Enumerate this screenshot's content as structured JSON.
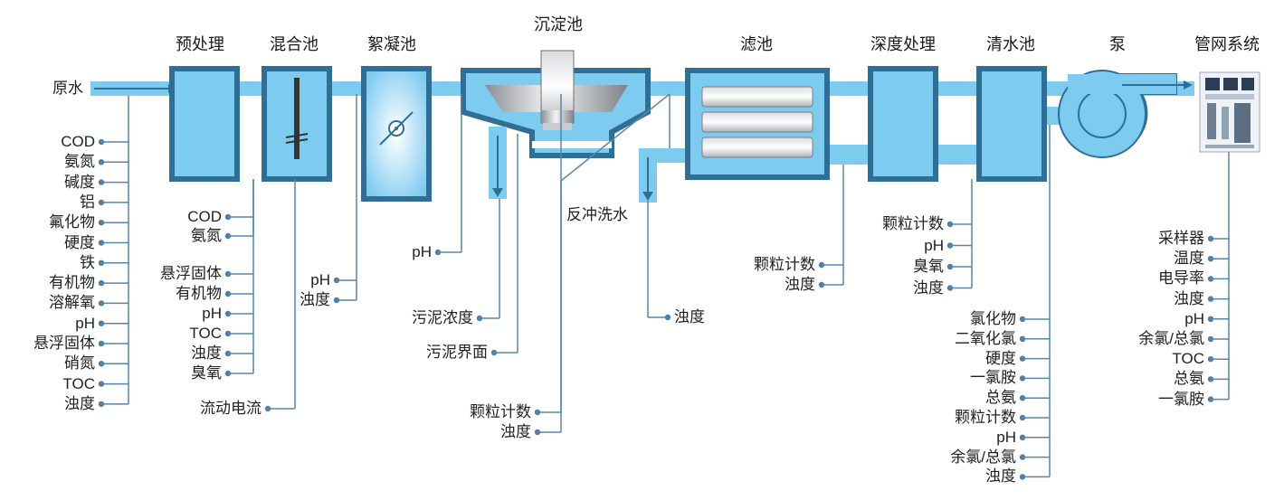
{
  "stage_titles": {
    "pretreatment": "预处理",
    "mixing": "混合池",
    "flocculation": "絮凝池",
    "sedimentation": "沉淀池",
    "filter": "滤池",
    "advanced": "深度处理",
    "clearwell": "清水池",
    "pump": "泵",
    "network": "管网系统"
  },
  "inlet_label": "原水",
  "backwash_label": "反冲洗水",
  "raw_water_params": [
    "COD",
    "氨氮",
    "碱度",
    "铝",
    "氟化物",
    "硬度",
    "铁",
    "有机物",
    "溶解氧",
    "pH",
    "悬浮固体",
    "硝氮",
    "TOC",
    "浊度"
  ],
  "pretreatment_params_a": [
    "COD",
    "氨氮"
  ],
  "pretreatment_params_b": [
    "悬浮固体",
    "有机物",
    "pH",
    "TOC",
    "浊度",
    "臭氧"
  ],
  "mixing_params": [
    "流动电流"
  ],
  "flocculation_params": [
    "pH",
    "浊度"
  ],
  "sedimentation_inlet_params": [
    "pH"
  ],
  "sludge_concentration": [
    "污泥浓度"
  ],
  "sludge_interface": [
    "污泥界面"
  ],
  "sedimentation_outlet_params": [
    "颗粒计数",
    "浊度"
  ],
  "filter_inlet_params": [
    "浊度"
  ],
  "filter_outlet_params": [
    "颗粒计数",
    "浊度"
  ],
  "advanced_params": [
    "颗粒计数",
    "pH",
    "臭氧",
    "浊度"
  ],
  "clearwell_params": [
    "氯化物",
    "二氧化氯",
    "硬度",
    "一氯胺",
    "总氨",
    "颗粒计数",
    "pH",
    "余氯/总氯",
    "浊度"
  ],
  "network_params": [
    "采样器",
    "温度",
    "电导率",
    "浊度",
    "pH",
    "余氯/总氯",
    "TOC",
    "总氨",
    "一氯胺"
  ],
  "colors": {
    "water": "#7ecbf0",
    "tank_border": "#2f6f96",
    "line": "#5a85a8",
    "dot": "#4f7fa6"
  }
}
